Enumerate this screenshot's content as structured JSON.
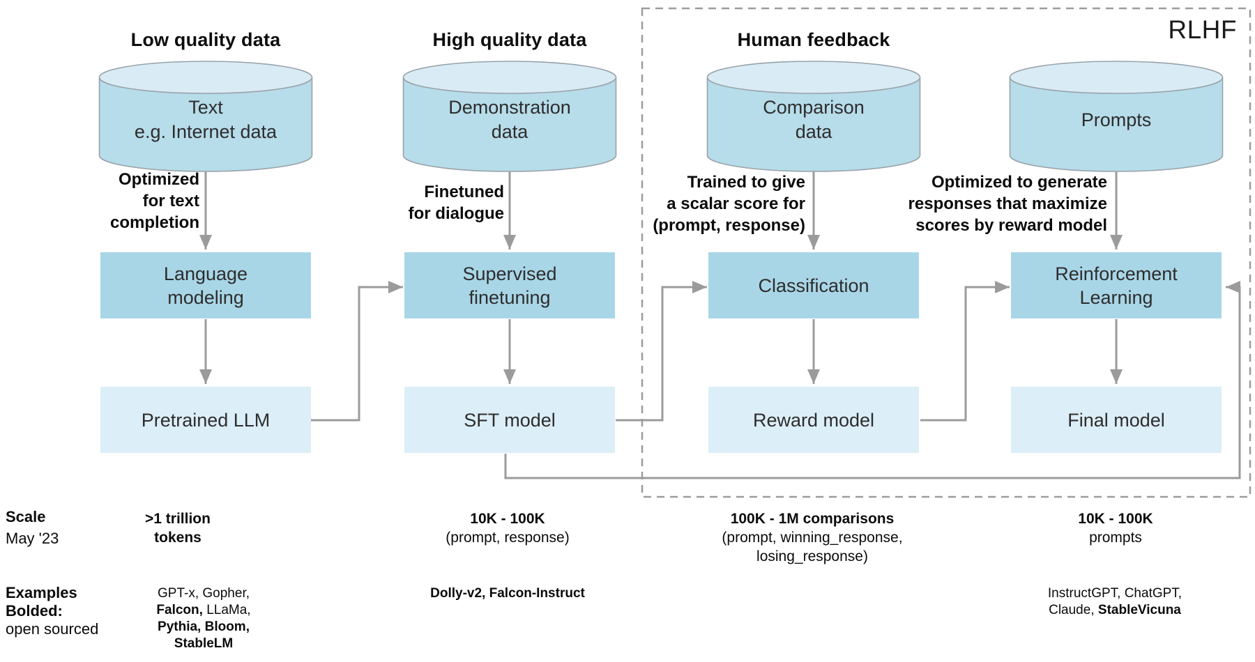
{
  "rlhf_label": "RLHF",
  "legend": {
    "scale_title": "Scale",
    "scale_subtitle": "May '23",
    "examples_title": "Examples",
    "examples_bold": "Bolded:",
    "examples_subtitle": "open sourced"
  },
  "colors": {
    "process_box": "#a9d6e7",
    "model_box": "#dceef7",
    "cylinder_body": "#b7dcea",
    "cylinder_top": "#d9ecf5",
    "arrow_gray": "#9b9b9b",
    "dashed_border": "#9c9c9c"
  },
  "columns": [
    {
      "header": "Low quality data",
      "cylinder_lines": [
        "Text",
        "e.g. Internet data"
      ],
      "arrow_label_lines": [
        "Optimized",
        "for text",
        "completion"
      ],
      "process_lines": [
        "Language",
        "modeling"
      ],
      "model_label": "Pretrained LLM",
      "scale_lines": [
        ">1 trillion",
        "tokens"
      ],
      "example_lines": [
        [
          {
            "text": "GPT-x, Gopher,",
            "bold": false
          }
        ],
        [
          {
            "text": "Falcon,",
            "bold": true
          },
          {
            "text": " LLaMa,",
            "bold": false
          }
        ],
        [
          {
            "text": "Pythia, Bloom,",
            "bold": true
          }
        ],
        [
          {
            "text": "StableLM",
            "bold": true
          }
        ]
      ]
    },
    {
      "header": "High quality data",
      "cylinder_lines": [
        "Demonstration",
        "data"
      ],
      "arrow_label_lines": [
        "Finetuned",
        "for dialogue"
      ],
      "process_lines": [
        "Supervised",
        "finetuning"
      ],
      "model_label": "SFT model",
      "scale_lines": [
        "10K - 100K",
        "(prompt, response)"
      ],
      "example_lines": [
        [
          {
            "text": "Dolly-v2, Falcon-Instruct",
            "bold": true
          }
        ]
      ]
    },
    {
      "header": "Human feedback",
      "cylinder_lines": [
        "Comparison",
        "data"
      ],
      "arrow_label_lines": [
        "Trained to give",
        "a scalar score for",
        "(prompt, response)"
      ],
      "process_lines": [
        "Classification"
      ],
      "model_label": "Reward model",
      "scale_lines": [
        "100K - 1M comparisons",
        "(prompt, winning_response,",
        "losing_response)"
      ],
      "example_lines": []
    },
    {
      "header": "",
      "cylinder_lines": [
        "Prompts"
      ],
      "arrow_label_lines": [
        "Optimized to generate",
        "responses that maximize",
        "scores by reward model"
      ],
      "process_lines": [
        "Reinforcement",
        "Learning"
      ],
      "model_label": "Final model",
      "scale_lines": [
        "10K - 100K",
        "prompts"
      ],
      "example_lines": [
        [
          {
            "text": "InstructGPT, ChatGPT,",
            "bold": false
          }
        ],
        [
          {
            "text": "Claude, ",
            "bold": false
          },
          {
            "text": "StableVicuna",
            "bold": true
          }
        ]
      ]
    }
  ]
}
